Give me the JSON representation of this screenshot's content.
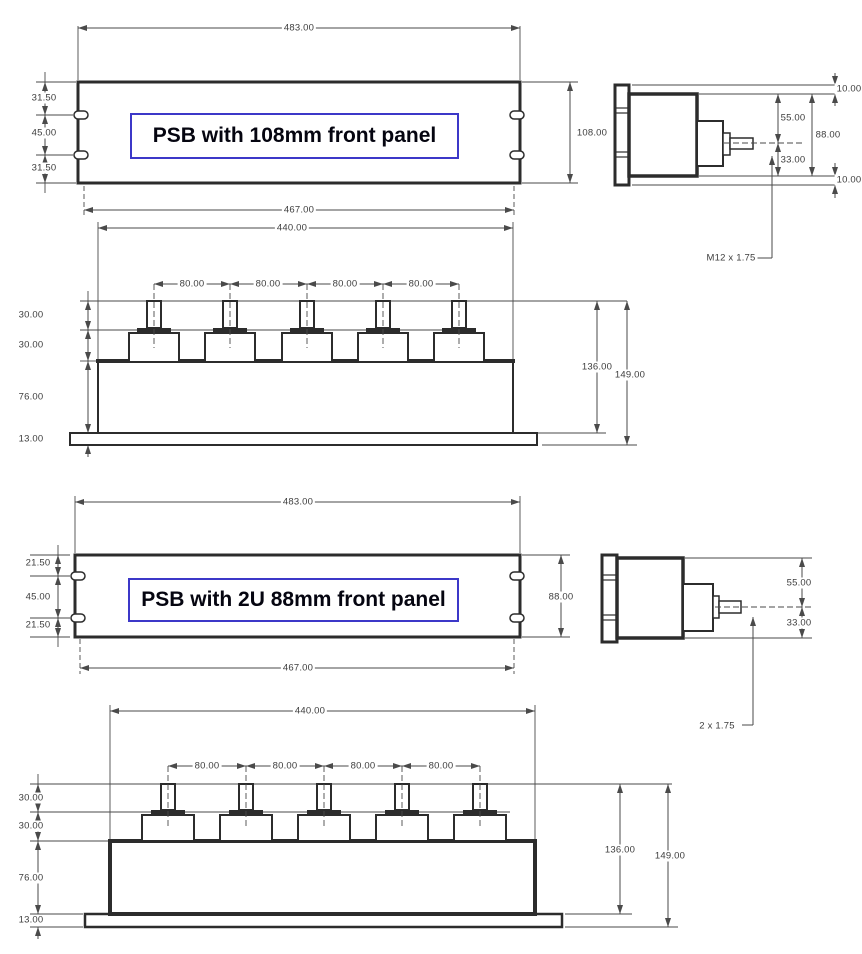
{
  "document": {
    "type": "technical-dimension-drawing",
    "units": "mm"
  },
  "colors": {
    "line": "#2c2c2c",
    "dimension": "#4a4a4a",
    "title_border": "#3c38c8",
    "title_text": "#050510",
    "background": "#ffffff"
  },
  "sections": [
    {
      "title": "PSB with 108mm front panel",
      "front": {
        "w_top": "483.00",
        "w_bottom": "467.00",
        "height": "108.00",
        "left": [
          "31.50",
          "45.00",
          "31.50"
        ]
      },
      "side": {
        "top_gap": "10.00",
        "upper": "55.00",
        "total": "88.00",
        "lower": "33.00",
        "bottom_gap": "10.00",
        "thread": "M12 x 1.75"
      },
      "body": {
        "width": "440.00",
        "pitch": [
          "80.00",
          "80.00",
          "80.00",
          "80.00"
        ],
        "left": [
          "30.00",
          "30.00",
          "76.00",
          "13.00"
        ],
        "inner_height": "136.00",
        "total_height": "149.00"
      }
    },
    {
      "title": "PSB with 2U 88mm front panel",
      "front": {
        "w_top": "483.00",
        "w_bottom": "467.00",
        "height": "88.00",
        "left": [
          "21.50",
          "45.00",
          "21.50"
        ]
      },
      "side": {
        "upper": "55.00",
        "lower": "33.00",
        "thread": "2 x 1.75"
      },
      "body": {
        "width": "440.00",
        "pitch": [
          "80.00",
          "80.00",
          "80.00",
          "80.00"
        ],
        "left": [
          "30.00",
          "30.00",
          "76.00",
          "13.00"
        ],
        "inner_height": "136.00",
        "total_height": "149.00"
      }
    }
  ]
}
